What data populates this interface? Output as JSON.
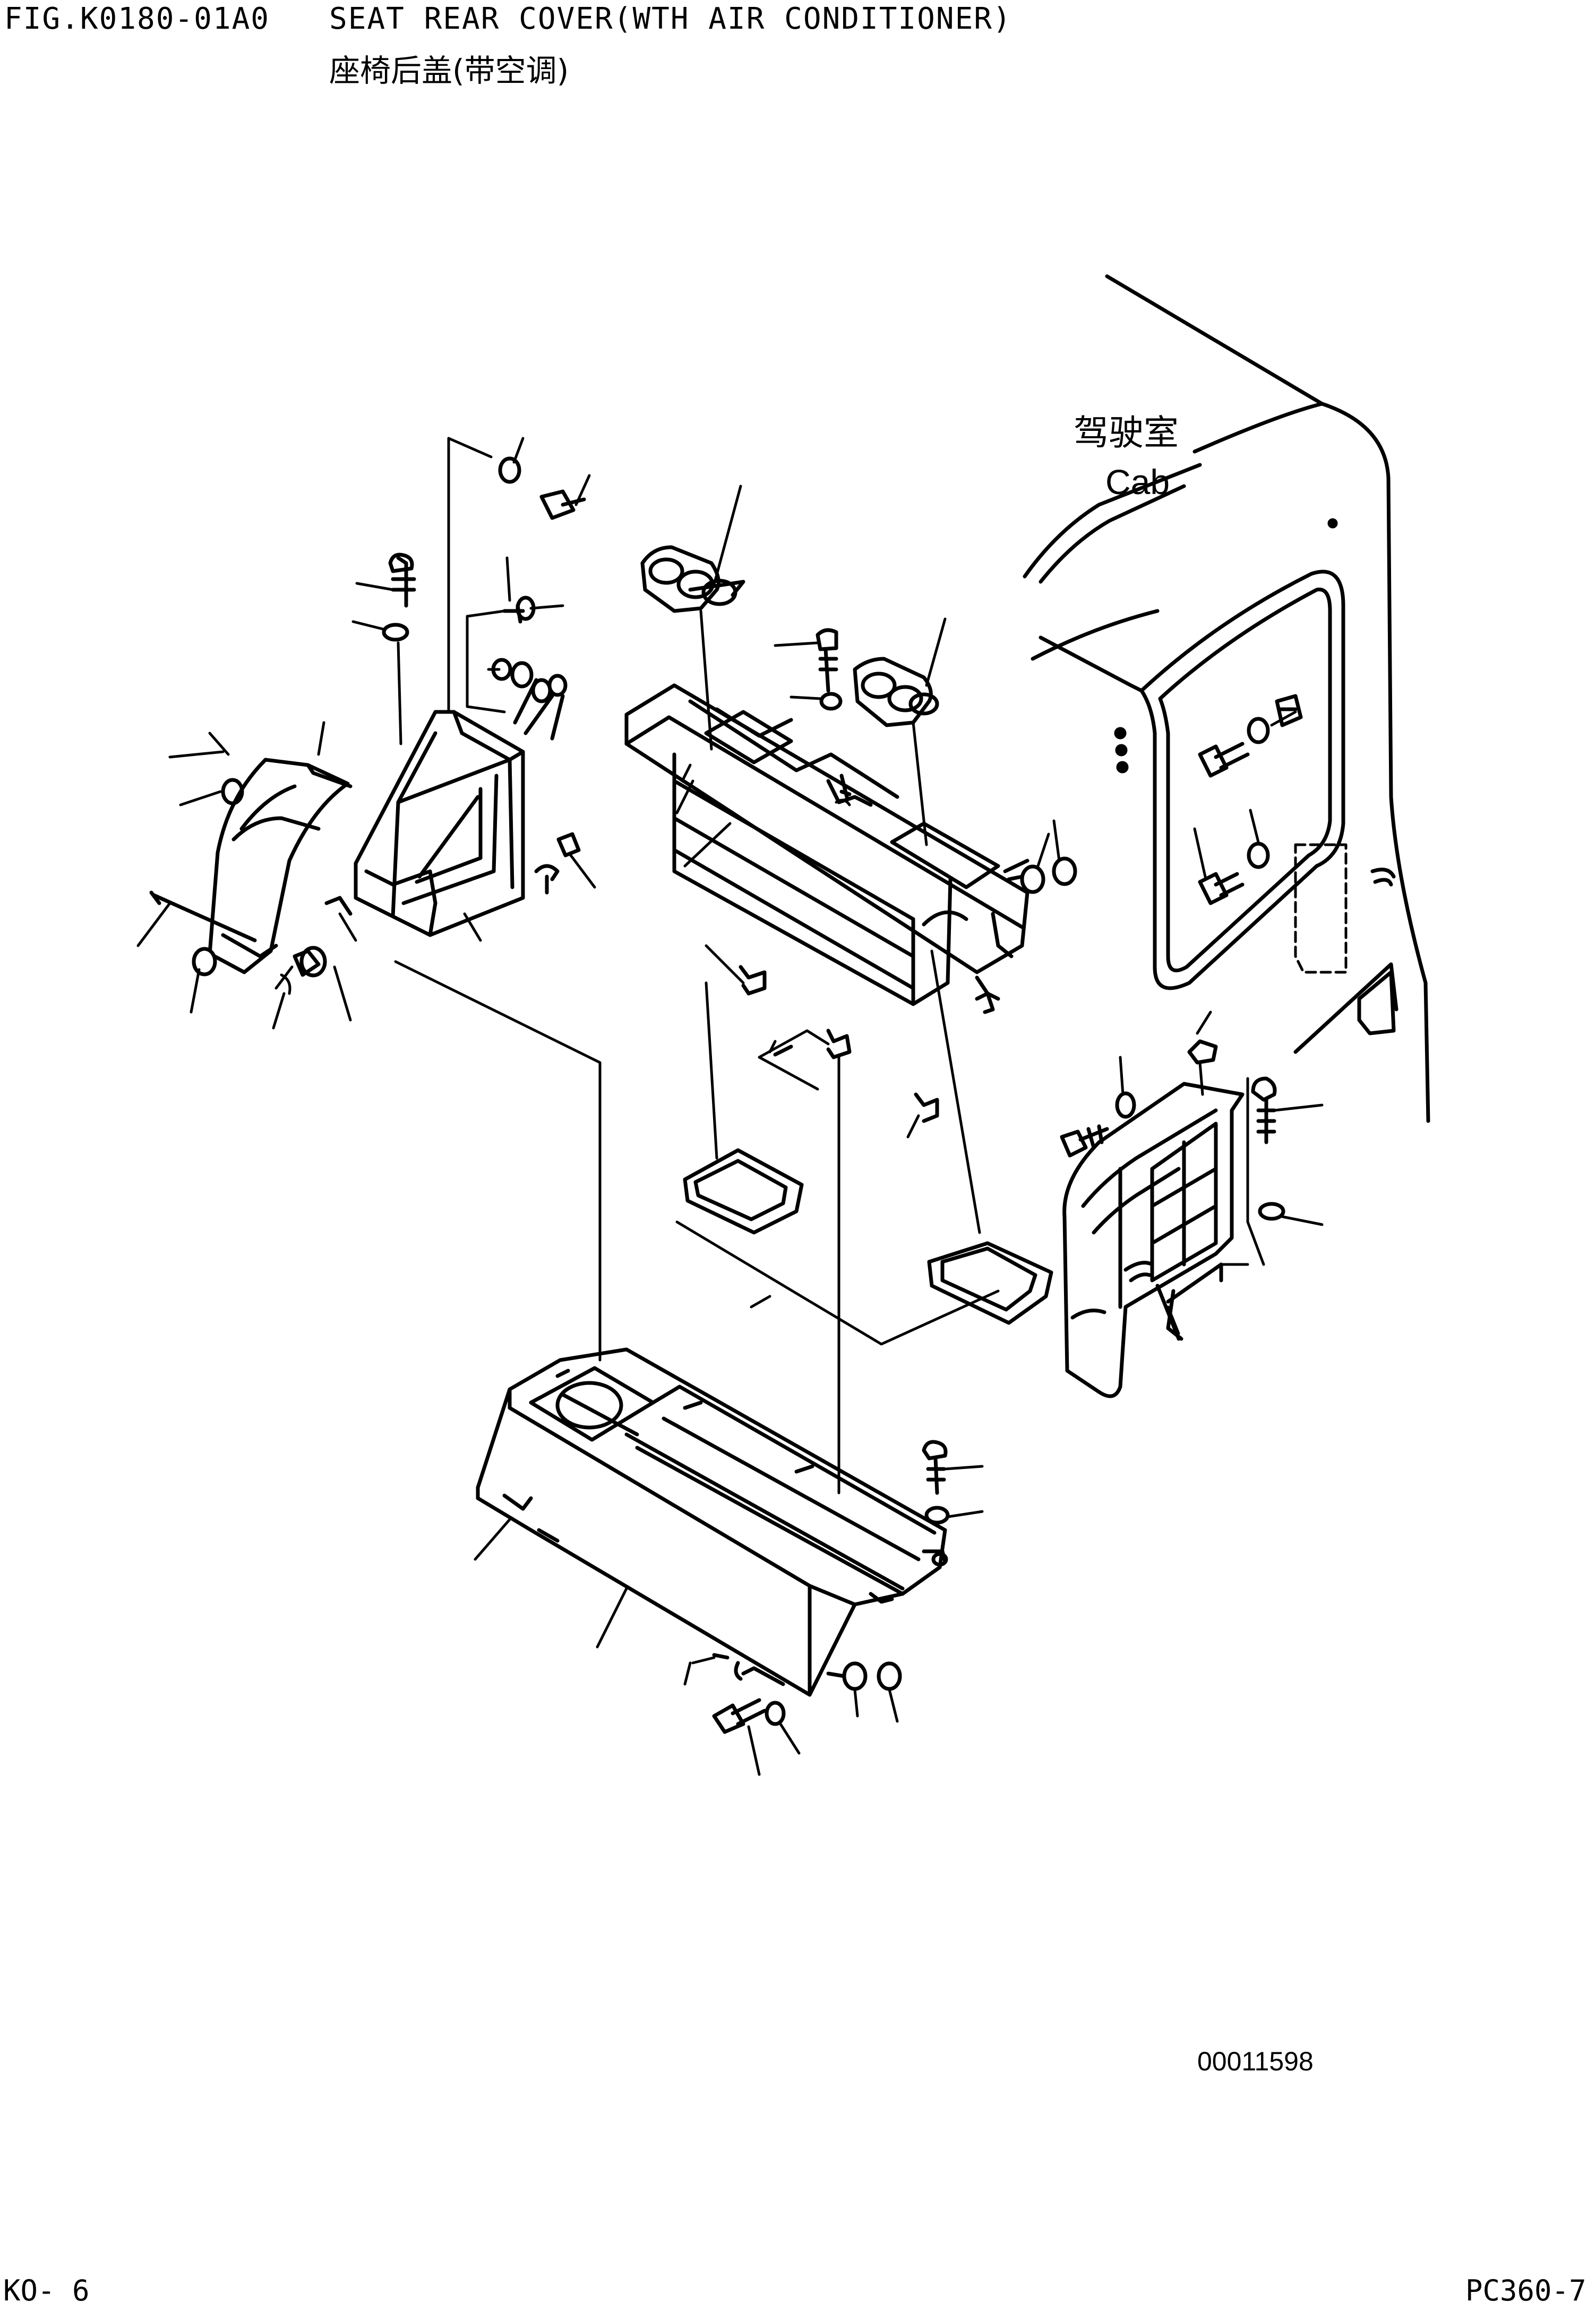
{
  "header": {
    "fig_code": "FIG.K0180-01A0",
    "title_en": "SEAT REAR COVER(WTH AIR CONDITIONER)",
    "title_cn": "座椅后盖(带空调)"
  },
  "labels": {
    "cab_cn": "驾驶室",
    "cab_en": "Cab"
  },
  "footer": {
    "drawing_number": "00011598",
    "page_left": "KO- 6",
    "page_right": "PC360-7"
  }
}
